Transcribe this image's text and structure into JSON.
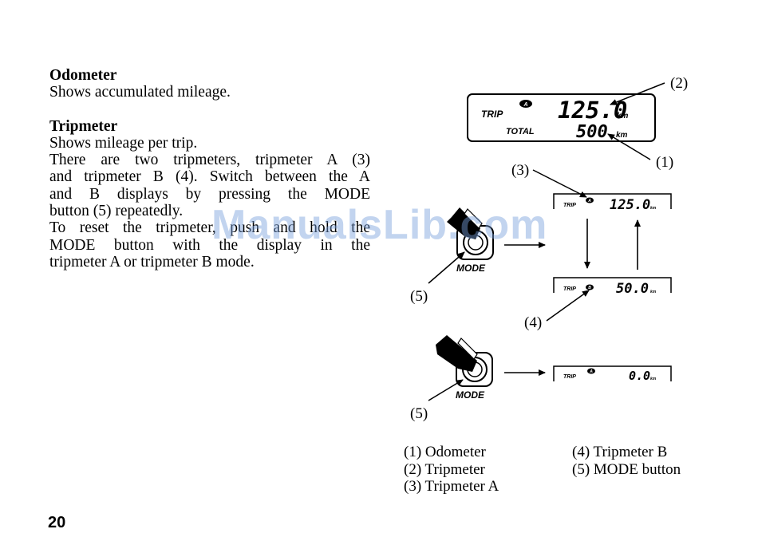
{
  "text": {
    "odometer_heading": "Odometer",
    "odometer_desc": "Shows accumulated mileage.",
    "tripmeter_heading": "Tripmeter",
    "tripmeter_desc": "Shows mileage per trip.",
    "lines": [
      "There are two tripmeters, tripmeter A (3)",
      "and tripmeter B (4). Switch between the A",
      "and B displays by pressing the MODE",
      "button (5) repeatedly.",
      "To reset the tripmeter, push and hold the",
      "MODE button with the display in the",
      "tripmeter A or tripmeter B mode."
    ]
  },
  "page_number": "20",
  "watermark": "ManualsLib.com",
  "diagram": {
    "main_display": {
      "trip_label": "TRIP",
      "trip_mode": "A",
      "trip_value": "125.0",
      "trip_unit": "km",
      "total_label": "TOTAL",
      "total_value": "500",
      "total_unit": "km"
    },
    "display_a": {
      "trip_label": "TRIP",
      "mode": "A",
      "value": "125.0",
      "unit": "km"
    },
    "display_b": {
      "trip_label": "TRIP",
      "mode": "B",
      "value": "50.0",
      "unit": "km"
    },
    "display_reset": {
      "trip_label": "TRIP",
      "mode": "A",
      "value": "0.0",
      "unit": "km"
    },
    "mode_label": "MODE",
    "callouts": {
      "c1": "(1)",
      "c2": "(2)",
      "c3": "(3)",
      "c4": "(4)",
      "c5a": "(5)",
      "c5b": "(5)"
    }
  },
  "legend": {
    "left": [
      "(1)  Odometer",
      "(2)  Tripmeter",
      "(3)  Tripmeter A"
    ],
    "right": [
      "(4)  Tripmeter B",
      "(5)  MODE button"
    ]
  }
}
